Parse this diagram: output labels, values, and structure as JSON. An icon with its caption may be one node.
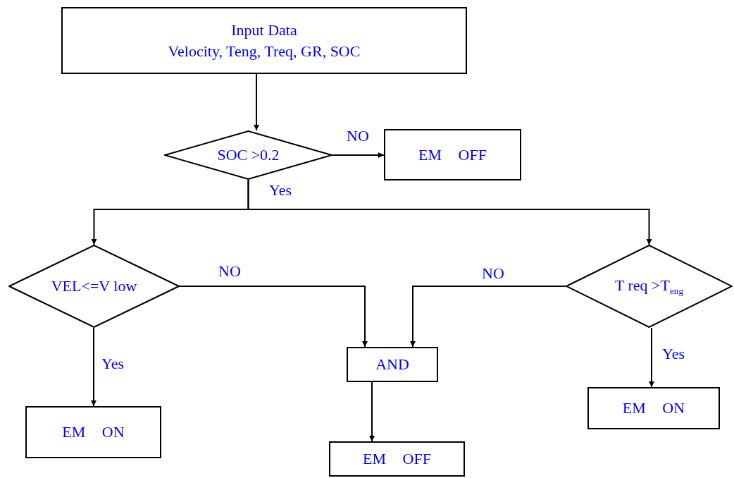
{
  "diagram": {
    "nodes": [
      {
        "text": [
          "Input Data",
          "Velocity, Teng, Treq, GR, SOC"
        ]
      },
      {
        "text": [
          "SOC >0.2"
        ]
      },
      {
        "text": [
          "EM OFF"
        ]
      },
      {
        "text": [
          "VEL<=V low"
        ]
      },
      {
        "text": [
          "T req >T$_{eng}$"
        ]
      },
      {
        "text": [
          "AND"
        ]
      },
      {
        "text": [
          "EM ON"
        ]
      },
      {
        "text": [
          "EM ON"
        ]
      },
      {
        "text": [
          "EM OFF"
        ]
      }
    ],
    "edges": [
      {
        "from": 0,
        "to": 1,
        "arrow": "to"
      },
      {
        "from": 1,
        "to": 2,
        "arrow": "to",
        "label": "NO"
      },
      {
        "from": 1,
        "to": 3,
        "arrow": "to",
        "label": "Yes"
      },
      {
        "from": 1,
        "to": 4,
        "arrow": "to"
      },
      {
        "from": 3,
        "to": 5,
        "arrow": "to",
        "label": "NO"
      },
      {
        "from": 4,
        "to": 5,
        "arrow": "to",
        "label": "NO"
      },
      {
        "from": 3,
        "to": 6,
        "arrow": "to",
        "label": "Yes"
      },
      {
        "from": 4,
        "to": 7,
        "arrow": "to",
        "label": "Yes"
      },
      {
        "from": 5,
        "to": 8,
        "arrow": "to"
      }
    ]
  }
}
